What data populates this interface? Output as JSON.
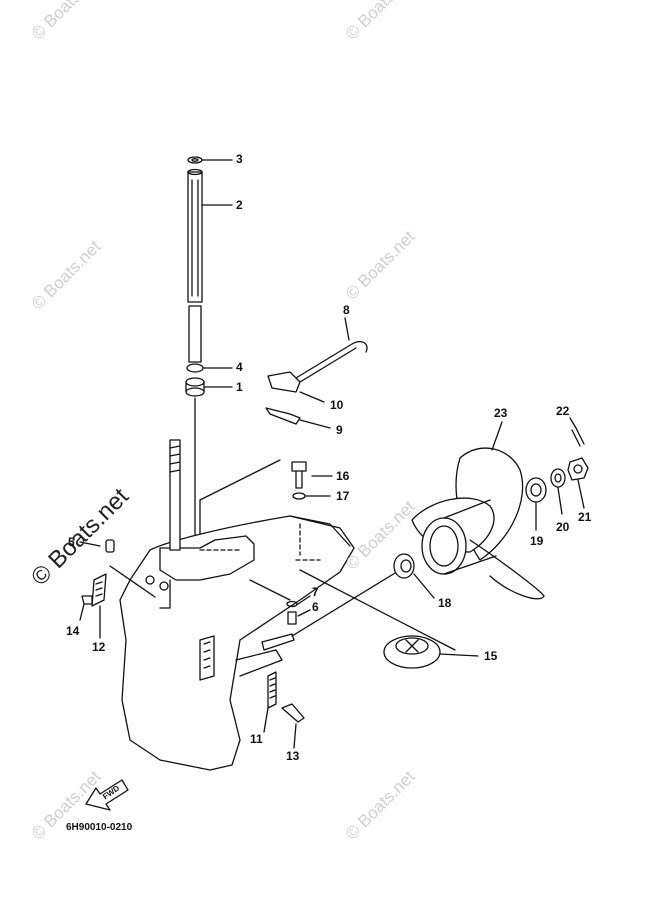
{
  "watermarks": {
    "site_text": "© Boats.net",
    "large_text": "© Boats.net"
  },
  "callouts": [
    "1",
    "2",
    "3",
    "4",
    "5",
    "6",
    "7",
    "8",
    "9",
    "10",
    "11",
    "12",
    "13",
    "14",
    "15",
    "16",
    "17",
    "18",
    "19",
    "20",
    "21",
    "22",
    "23"
  ],
  "diagram_code": "6H90010-0210",
  "fwd_label": "FWD"
}
